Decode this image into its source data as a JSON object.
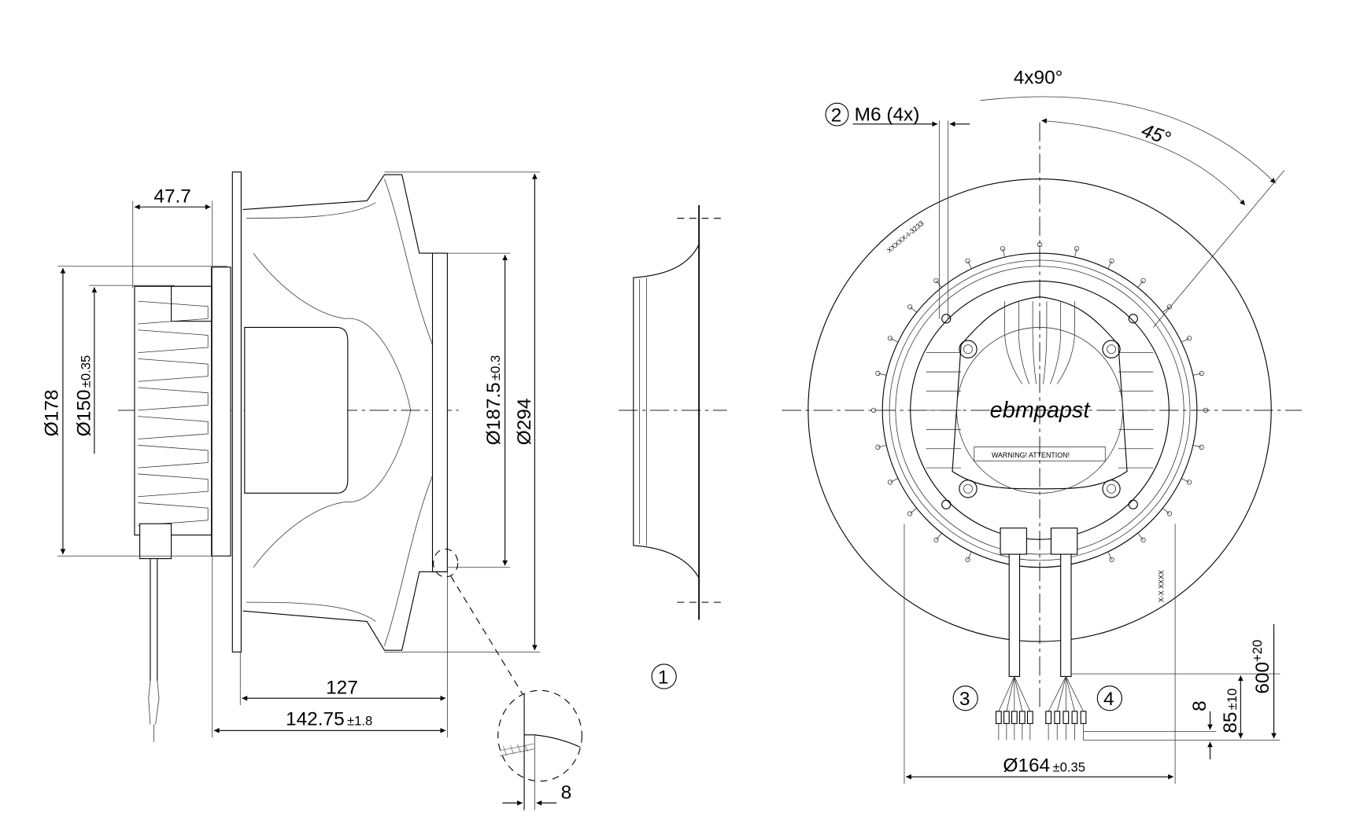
{
  "side_view": {
    "dia_178": "Ø178",
    "dia_150": "Ø150",
    "dia_150_tol": "±0.35",
    "width_47_7": "47.7",
    "dia_187_5": "Ø187.5",
    "dia_187_5_tol": "±0.3",
    "dia_294": "Ø294",
    "len_127": "127",
    "len_142_75": "142.75",
    "len_142_75_tol": "±1.8",
    "detail_dim": "8"
  },
  "nozzle_view": {
    "callout": "1"
  },
  "front_view": {
    "angle_total": "4x90°",
    "angle": "45°",
    "callout_2": "2",
    "thread": "M6 (4x)",
    "dia_164": "Ø164",
    "dia_164_tol": "±0.35",
    "callout_3": "3",
    "callout_4": "4",
    "len_8": "8",
    "len_85": "85",
    "len_85_tol": "±10",
    "len_600": "600",
    "len_600_tol": "+20",
    "brand": "ebmpapst",
    "warning": "WARNING! ATTENTION!",
    "label_code": "XXXXX-I-3233",
    "label_code_2": "X-X XXXX"
  }
}
